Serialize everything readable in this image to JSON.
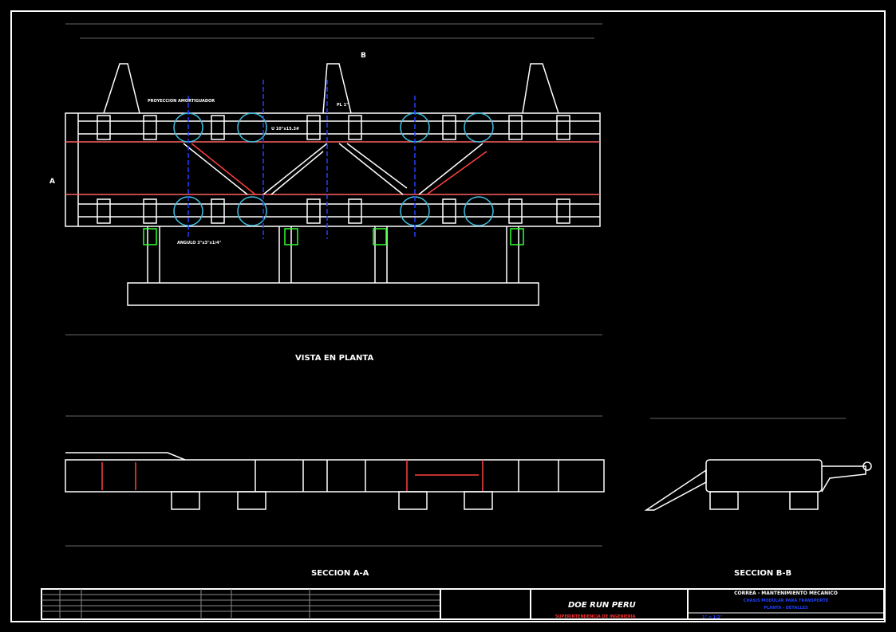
{
  "views": {
    "plan_title": "VISTA EN PLANTA",
    "section_a_title": "SECCION A-A",
    "section_b_title": "SECCION B-B"
  },
  "labels": {
    "damper": "PROYECCION AMORTIGUADOR",
    "channel": "U 10\"x15.3#",
    "angle": "ANGULO 3\"x3\"x1/4\"",
    "plate": "PL 1\"",
    "section_a_marker": "A",
    "section_b_marker": "B"
  },
  "title_block": {
    "company": "DOE RUN PERU",
    "department": "SUPERINTENDENCIA DE INGENIERIA",
    "title": "CORREA - MANTENIMIENTO MECANICO",
    "subtitle_1": "CHASIS MODULAR PARA TRANSPORTE",
    "subtitle_2": "PLANTA - DETALLES",
    "scale": "1\" = 1/2\""
  },
  "colors": {
    "background": "#000000",
    "line": "#ffffff",
    "hidden": "#ff3030",
    "center": "#2040ff",
    "circle": "#40c0e0",
    "spring": "#30ff30"
  }
}
